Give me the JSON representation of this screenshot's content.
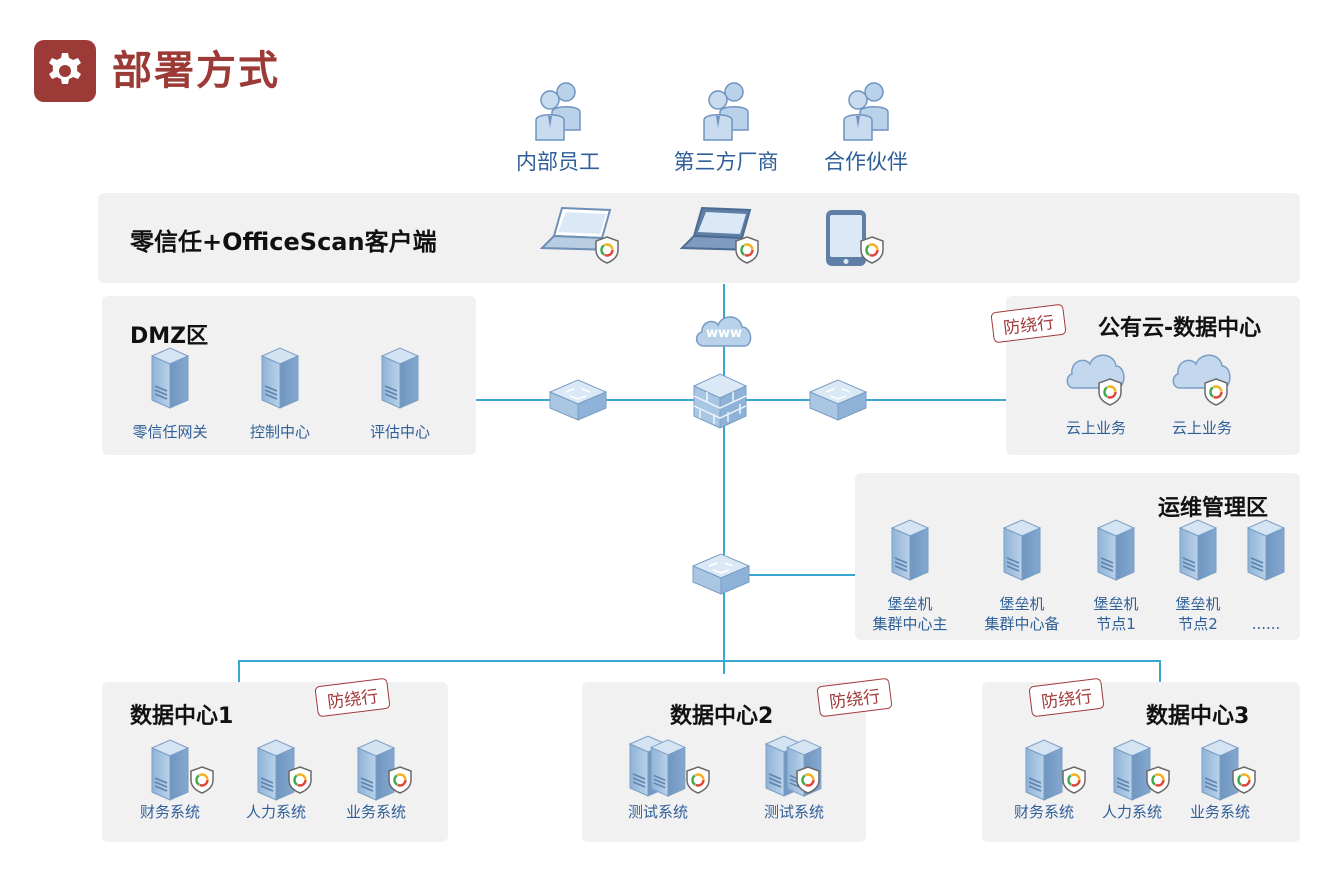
{
  "header": {
    "title": "部署方式",
    "icon": "gear-icon",
    "accent_color": "#9b3a36"
  },
  "user_groups": [
    {
      "label": "内部员工",
      "icon": "users-icon"
    },
    {
      "label": "第三方厂商",
      "icon": "users-icon"
    },
    {
      "label": "合作伙伴",
      "icon": "users-icon"
    }
  ],
  "client_band": {
    "title": "零信任+OfficeScan客户端",
    "devices": [
      "laptop-icon",
      "laptop-icon",
      "tablet-icon"
    ]
  },
  "network": {
    "cloud_label": "www"
  },
  "dmz": {
    "title": "DMZ区",
    "items": [
      "零信任网关",
      "控制中心",
      "评估中心"
    ]
  },
  "public_cloud": {
    "title": "公有云-数据中心",
    "stamp": "防绕行",
    "items": [
      "云上业务",
      "云上业务"
    ]
  },
  "ops_zone": {
    "title": "运维管理区",
    "items": [
      {
        "line1": "堡垒机",
        "line2": "集群中心主"
      },
      {
        "line1": "堡垒机",
        "line2": "集群中心备"
      },
      {
        "line1": "堡垒机",
        "line2": "节点1"
      },
      {
        "line1": "堡垒机",
        "line2": "节点2"
      },
      {
        "line1": "",
        "line2": "......"
      }
    ]
  },
  "datacenters": [
    {
      "title": "数据中心1",
      "stamp": "防绕行",
      "items": [
        "财务系统",
        "人力系统",
        "业务系统"
      ]
    },
    {
      "title": "数据中心2",
      "stamp": "防绕行",
      "items": [
        "测试系统",
        "测试系统"
      ]
    },
    {
      "title": "数据中心3",
      "stamp": "防绕行",
      "items": [
        "财务系统",
        "人力系统",
        "业务系统"
      ]
    }
  ],
  "colors": {
    "line": "#3aa6d2",
    "label_blue": "#2f5f98",
    "panel_bg": "#f1f1f1",
    "stamp_red": "#a23a3a"
  }
}
